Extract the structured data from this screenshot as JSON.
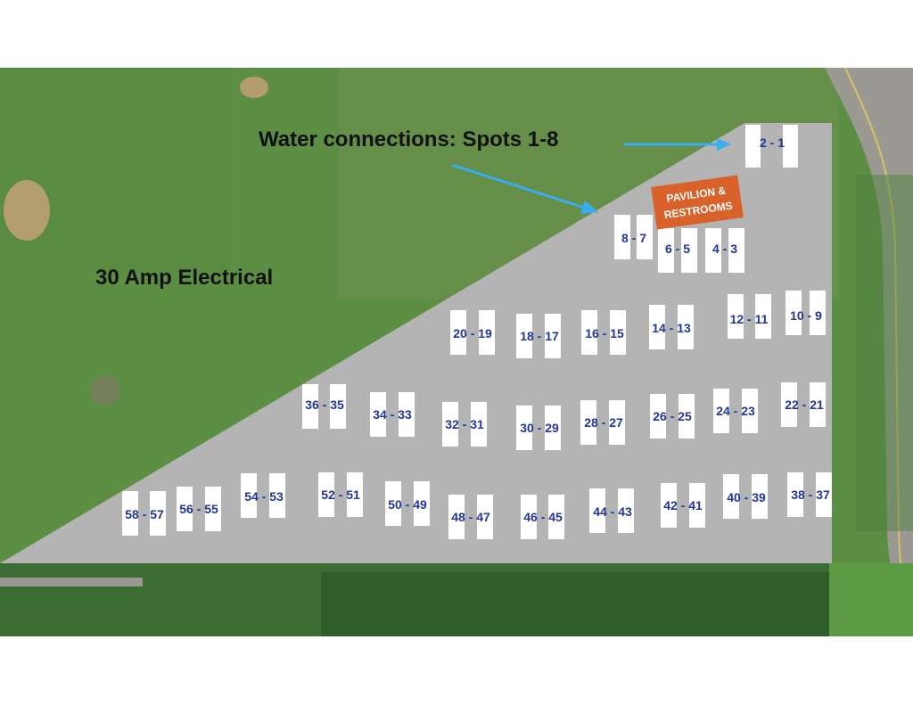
{
  "labels": {
    "water": "Water connections: Spots 1-8",
    "electrical": "30 Amp Electrical",
    "pavilion_line1": "PAVILION &",
    "pavilion_line2": "RESTROOMS"
  },
  "colors": {
    "spot_label": "#22359a",
    "pavilion": "#d9622b",
    "arrow": "#38aef0",
    "lot": "#b4b4b4",
    "grass": "#5c8e44",
    "trees": "#2f5f2a"
  },
  "spots": [
    {
      "label": "2  -  1"
    },
    {
      "label": "8 - 7"
    },
    {
      "label": "6 - 5"
    },
    {
      "label": "4 - 3"
    },
    {
      "label": "20 - 19"
    },
    {
      "label": "18 - 17"
    },
    {
      "label": "16 - 15"
    },
    {
      "label": "14 - 13"
    },
    {
      "label": "12 - 11"
    },
    {
      "label": "10 - 9"
    },
    {
      "label": "36 - 35"
    },
    {
      "label": "34 - 33"
    },
    {
      "label": "32 - 31"
    },
    {
      "label": "30 - 29"
    },
    {
      "label": "28 - 27"
    },
    {
      "label": "26 - 25"
    },
    {
      "label": "24 - 23"
    },
    {
      "label": "22 - 21"
    },
    {
      "label": "58 - 57"
    },
    {
      "label": "56 - 55"
    },
    {
      "label": "54 - 53"
    },
    {
      "label": "52 - 51"
    },
    {
      "label": "50 - 49"
    },
    {
      "label": "48 - 47"
    },
    {
      "label": "46 - 45"
    },
    {
      "label": "44 - 43"
    },
    {
      "label": "42 - 41"
    },
    {
      "label": "40 - 39"
    },
    {
      "label": "38 - 37"
    }
  ]
}
